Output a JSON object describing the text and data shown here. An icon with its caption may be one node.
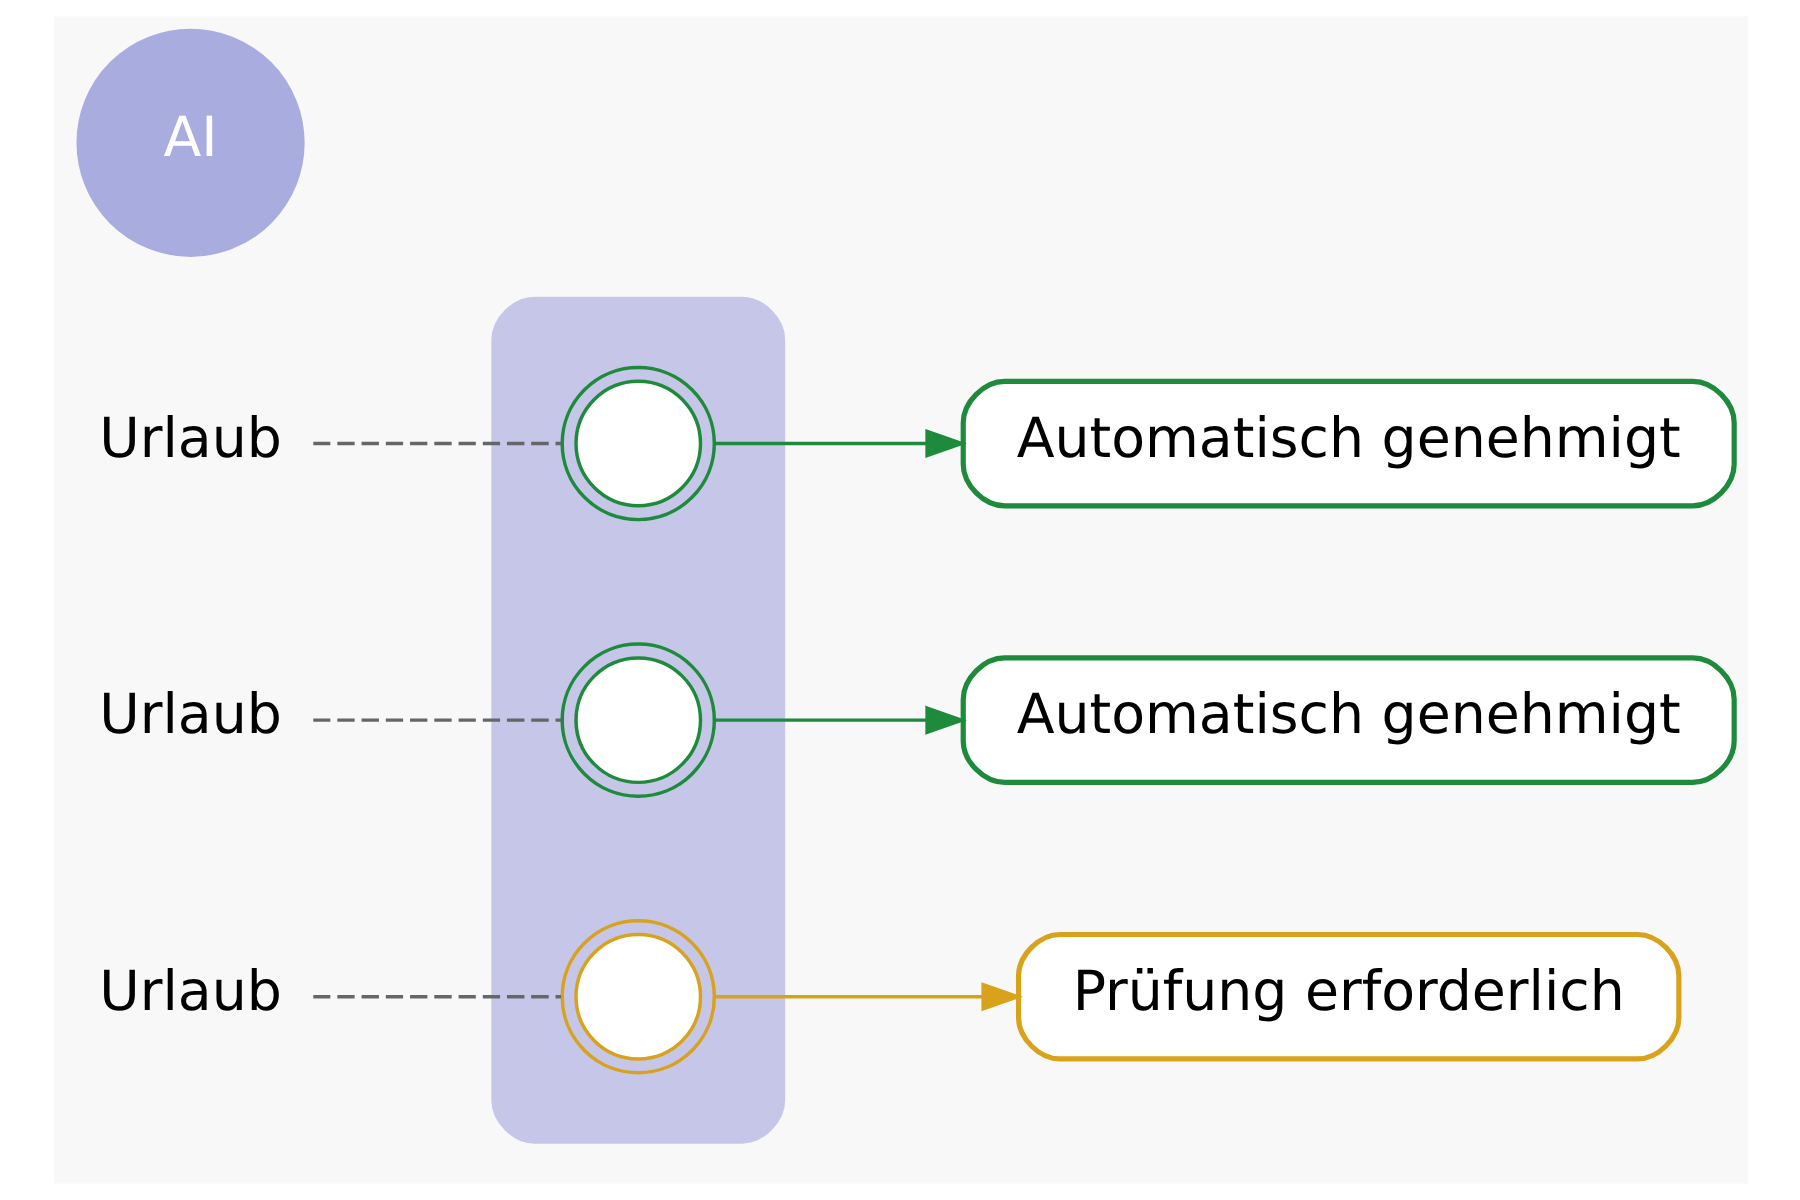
{
  "diagram": {
    "nodes": [
      {
        "text": [],
        "shape": "box"
      },
      {
        "text": [
          "AI"
        ]
      },
      {
        "text": [
          "Urlaub"
        ]
      },
      {
        "text": [
          "Urlaub"
        ]
      },
      {
        "text": [
          "Urlaub"
        ]
      },
      {
        "text": [],
        "shape": "circle",
        "in": 0
      },
      {
        "text": [],
        "shape": "circle",
        "in": 0
      },
      {
        "text": [],
        "shape": "circle",
        "in": 0
      },
      {
        "text": [
          "Automatisch genehmigt"
        ]
      },
      {
        "text": [
          "Automatisch genehmigt"
        ]
      },
      {
        "text": [
          "Prüfung erforderlich"
        ]
      }
    ],
    "edges": [
      {
        "from": 2,
        "to": 5,
        "arrow": "none",
        "style": "dashed",
        "color": "#666666"
      },
      {
        "from": 3,
        "to": 6,
        "arrow": "none",
        "style": "dashed",
        "color": "#666666"
      },
      {
        "from": 4,
        "to": 7,
        "arrow": "none",
        "style": "dashed",
        "color": "#666666"
      },
      {
        "from": 5,
        "to": 8,
        "arrow": "to",
        "color": "#1e8a3c"
      },
      {
        "from": 6,
        "to": 9,
        "arrow": "to",
        "color": "#1e8a3c"
      },
      {
        "from": 7,
        "to": 10,
        "arrow": "to",
        "color": "#d9a21b"
      }
    ]
  }
}
